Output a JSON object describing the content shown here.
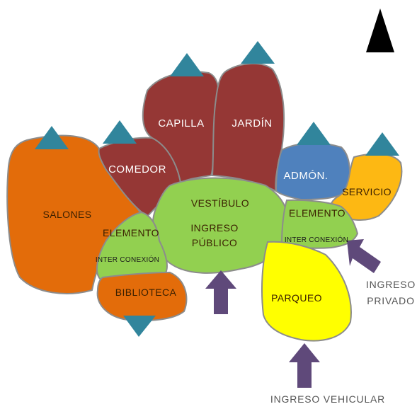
{
  "colors": {
    "salones": "#e36c0a",
    "comedor": "#953735",
    "capilla": "#953735",
    "jardin": "#953735",
    "admon": "#4f81bd",
    "servicio": "#fdb813",
    "vestibulo": "#92d050",
    "elemento": "#92d050",
    "biblioteca": "#e36c0a",
    "parqueo": "#ffff00",
    "triangle": "#31859c",
    "arrow": "#5f497a",
    "north": "#000000",
    "outline": "#8c8c8c"
  },
  "zones": {
    "salones": "SALONES",
    "comedor": "COMEDOR",
    "capilla": "CAPILLA",
    "jardin": "JARDÍN",
    "admon": "ADMÓN.",
    "servicio": "SERVICIO",
    "vestibulo_1": "VESTÍBULO",
    "vestibulo_2": "INGRESO",
    "vestibulo_3": "PÚBLICO",
    "elemento_left_1": "ELEMENTO",
    "elemento_left_2": "INTER CONEXIÓN",
    "elemento_right_1": "ELEMENTO",
    "elemento_right_2": "INTER CONEXIÓN",
    "biblioteca": "BIBLIOTECA",
    "parqueo": "PARQUEO"
  },
  "entrances": {
    "privado_1": "INGRESO",
    "privado_2": "PRIVADO",
    "vehicular": "INGRESO VEHICULAR"
  },
  "icons": {
    "north": "north-arrow-icon",
    "view": "view-triangle-icon",
    "entry": "entry-arrow-icon"
  }
}
